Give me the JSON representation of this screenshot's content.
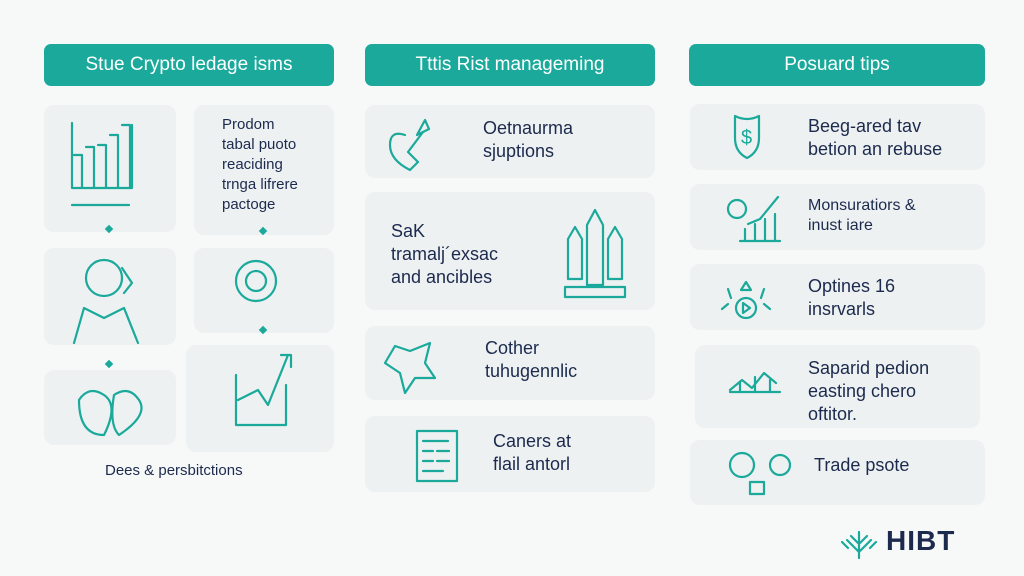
{
  "columns": [
    {
      "header": "Stue Crypto ledage isms",
      "text_card": [
        "Prodom",
        "tabal puoto",
        "reaciding",
        "trnga lifrere",
        "pactoge"
      ],
      "footer": "Dees & persbitctions"
    },
    {
      "header": "Tttis Rist manageming",
      "cards": [
        [
          "Oetnaurma",
          "sjuptions"
        ],
        [
          "SaK",
          "tramalj´exsac",
          "and ancibles"
        ],
        [
          "Cother",
          "tuhugennlic"
        ],
        [
          "Caners at",
          "flail antorl"
        ]
      ]
    },
    {
      "header": "Posuard tips",
      "cards": [
        [
          "Beeg-ared tav",
          "betion an rebuse"
        ],
        [
          "Monsuratiors &",
          "inust iare"
        ],
        [
          "Optines 16",
          "insrvarls"
        ],
        [
          "Saparid pedion",
          "easting chero",
          "oftitor."
        ],
        [
          "Trade psote"
        ]
      ]
    }
  ],
  "logo": {
    "text": "HIBT"
  },
  "colors": {
    "accent": "#1aa99b",
    "text": "#1c2a4e"
  }
}
